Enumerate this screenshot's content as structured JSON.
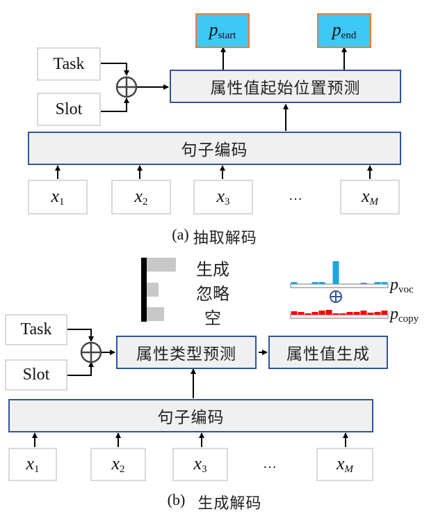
{
  "panel_a": {
    "caption_label": "(a)",
    "caption_text": "抽取解码",
    "task_label": "Task",
    "slot_label": "Slot",
    "predict_box": "属性值起始位置预测",
    "encoder_box": "句子编码",
    "outputs": [
      {
        "symbol": "p",
        "subscript": "start"
      },
      {
        "symbol": "p",
        "subscript": "end"
      }
    ],
    "inputs": [
      {
        "symbol": "x",
        "subscript": "1"
      },
      {
        "symbol": "x",
        "subscript": "2"
      },
      {
        "symbol": "x",
        "subscript": "3"
      },
      {
        "symbol": "x",
        "subscript": "M"
      }
    ],
    "ellipsis": "…"
  },
  "panel_b": {
    "caption_label": "(b)",
    "caption_text": "生成解码",
    "task_label": "Task",
    "slot_label": "Slot",
    "type_predict_box": "属性类型预测",
    "value_gen_box": "属性值生成",
    "encoder_box": "句子编码",
    "type_legend": [
      {
        "label": "生成",
        "share": 0.5
      },
      {
        "label": "忽略",
        "share": 0.2
      },
      {
        "label": "空",
        "share": 0.3
      }
    ],
    "distributions": [
      {
        "symbol": "p",
        "subscript": "voc",
        "color": "#1ea7e1"
      },
      {
        "symbol": "p",
        "subscript": "copy",
        "color": "#ff0000"
      }
    ],
    "inputs": [
      {
        "symbol": "x",
        "subscript": "1"
      },
      {
        "symbol": "x",
        "subscript": "2"
      },
      {
        "symbol": "x",
        "subscript": "3"
      },
      {
        "symbol": "x",
        "subscript": "M"
      }
    ],
    "ellipsis": "…"
  },
  "colors": {
    "box_border": "#2f5597",
    "box_fill": "#f0f0f0",
    "output_fill": "#3ec8f5",
    "output_border": "#ed7d31",
    "input_border": "#d9d9d9",
    "voc_bar": "#1ea7e1",
    "copy_bar": "#ff0000",
    "legend_bar": "#c8c8c8"
  }
}
